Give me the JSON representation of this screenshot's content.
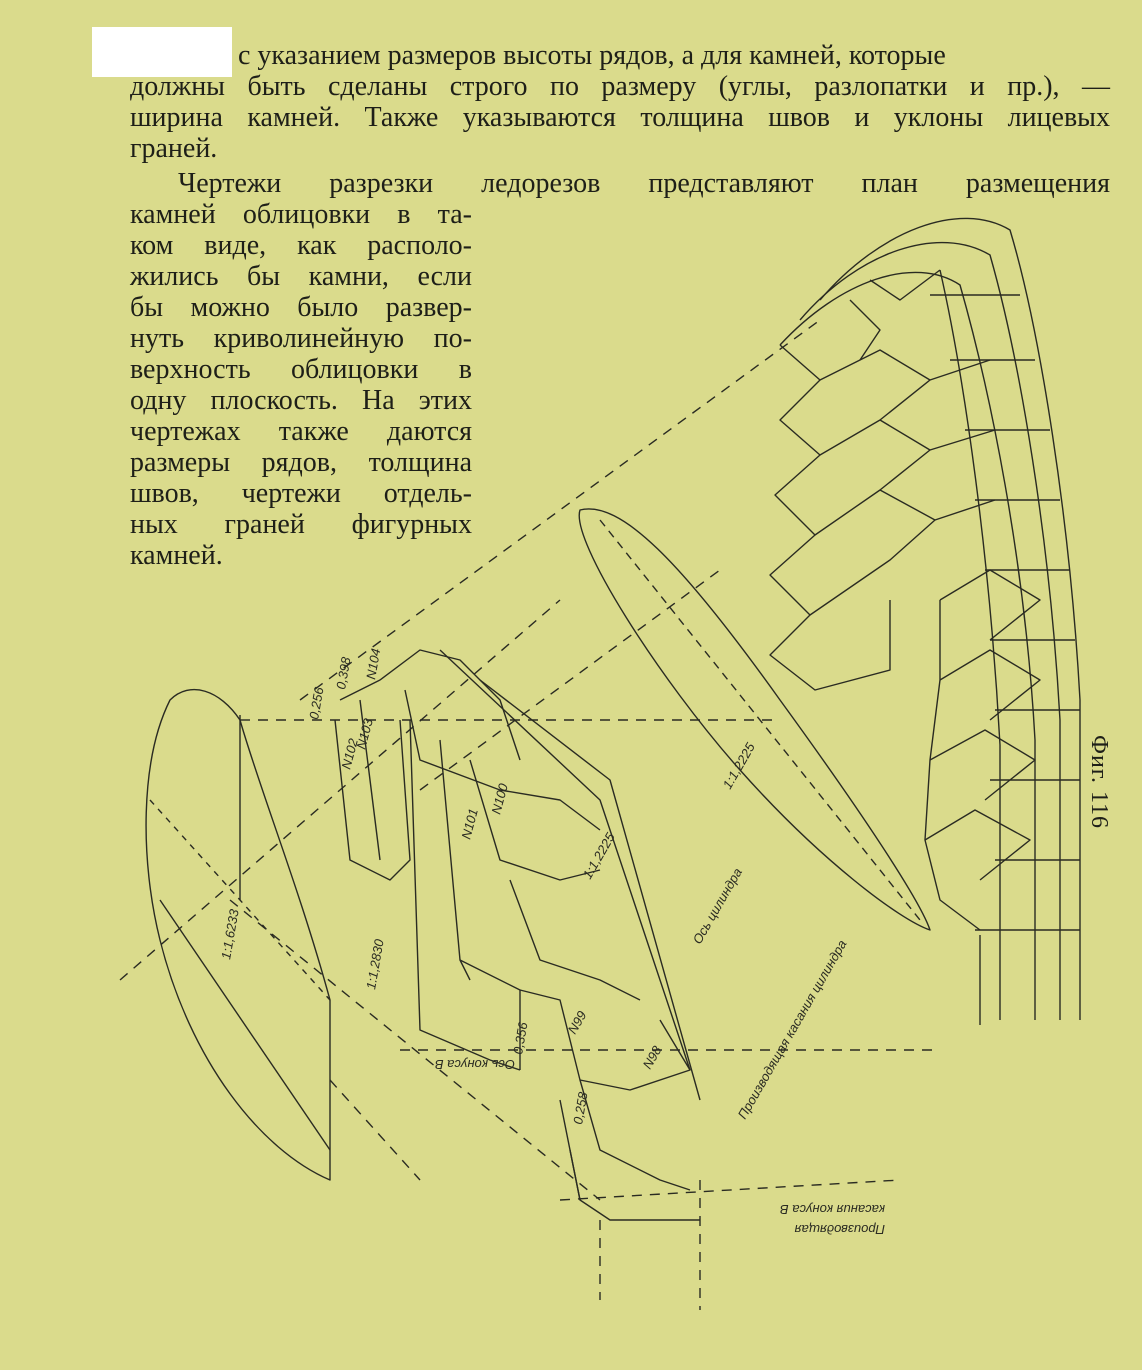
{
  "text": {
    "para1_line1": "с указанием размеров высоты рядов, а для камней, которые",
    "para1_line2": "должны быть сделаны строго по размеру (углы, разлопатки и пр.), —",
    "para1_line3": "ширина камней. Также указываются толщина швов и уклоны лицевых",
    "para1_line4": "граней.",
    "para2_lead": "Чертежи разрезки ледорезов представляют план размещения",
    "para2_lines": [
      "камней облицовки в та-",
      "ком виде, как располо-",
      "жились бы камни, если",
      "бы можно было развер-",
      "нуть криволинейную по-",
      "верхность облицовки в",
      "одну плоскость. На этих",
      "чертежах также даются",
      "размеры рядов, толщина",
      "швов, чертежи отдель-",
      "ных граней фигурных",
      "камней."
    ]
  },
  "figure": {
    "caption": "Фиг. 116",
    "labels": {
      "axis_cylinder": "Ось цилиндра",
      "generatrix_cylinder": "Производящая касания цилиндра",
      "axis_cone": "Ось конуса В",
      "generatrix_cone_1": "Производящая",
      "generatrix_cone_2": "касания конуса В",
      "dim_1_12225_a": "1:1,2225",
      "dim_1_12225_b": "1:1,2225",
      "dim_1_12830": "1:1,2830",
      "dim_1_16233": "1:1,6233",
      "n104": "N104",
      "n103": "N103",
      "n102": "N102",
      "n101": "N101",
      "n100": "N100",
      "n99": "N99",
      "n98": "N98",
      "d0256": "0,256",
      "d0398": "0,398",
      "d0356": "0,356",
      "d0258": "0,258"
    }
  }
}
